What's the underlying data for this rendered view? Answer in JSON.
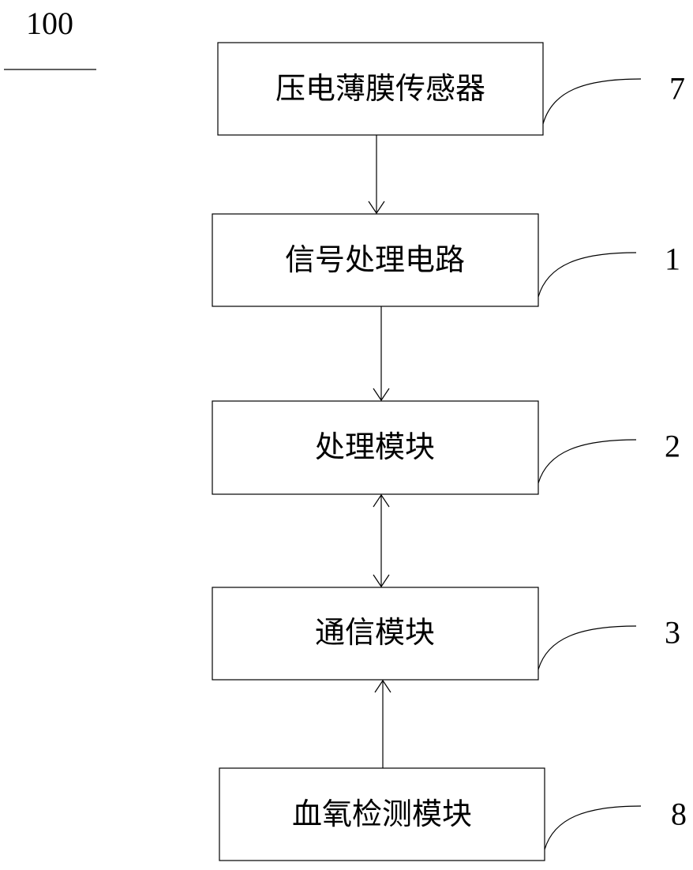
{
  "figure": {
    "number": "100"
  },
  "boxes": [
    {
      "id": "sensor",
      "label": "压电薄膜传感器",
      "ref": "7"
    },
    {
      "id": "signal",
      "label": "信号处理电路",
      "ref": "1"
    },
    {
      "id": "processing",
      "label": "处理模块",
      "ref": "2"
    },
    {
      "id": "communication",
      "label": "通信模块",
      "ref": "3"
    },
    {
      "id": "spo2",
      "label": "血氧检测模块",
      "ref": "8"
    }
  ],
  "connections": [
    {
      "from": "sensor",
      "to": "signal",
      "direction": "down"
    },
    {
      "from": "signal",
      "to": "processing",
      "direction": "down"
    },
    {
      "from": "processing",
      "to": "communication",
      "direction": "both"
    },
    {
      "from": "spo2",
      "to": "communication",
      "direction": "up"
    }
  ]
}
